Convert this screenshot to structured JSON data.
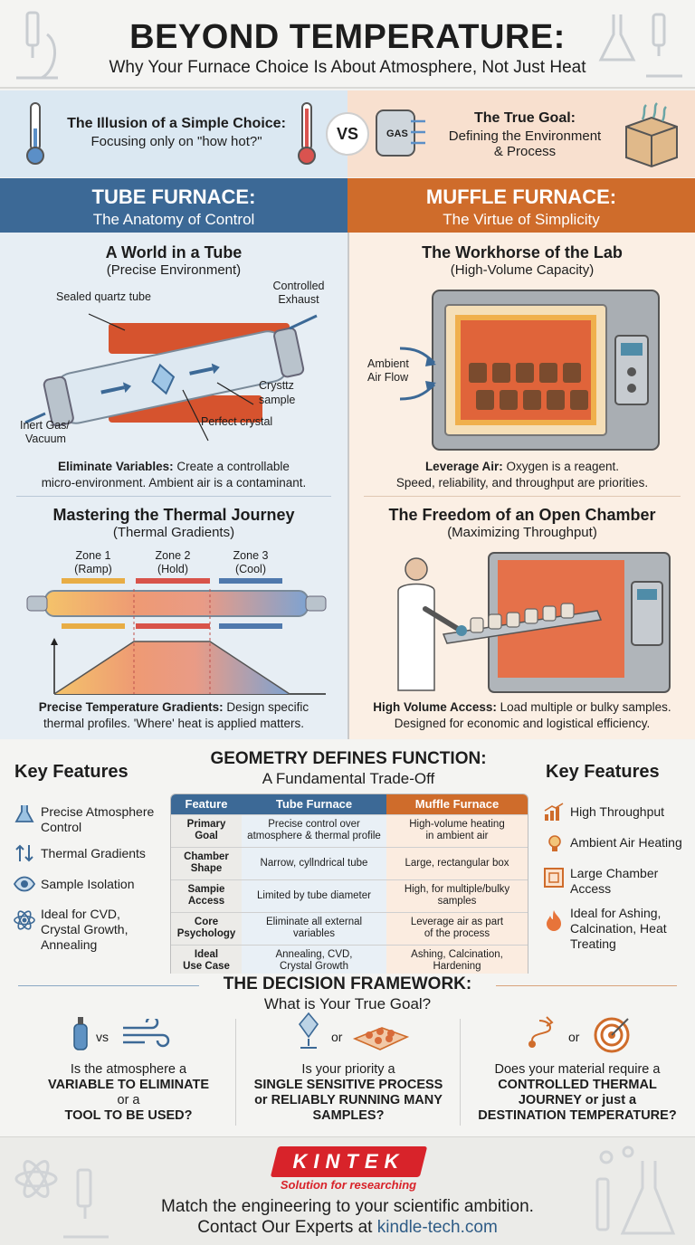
{
  "header": {
    "title": "BEYOND TEMPERATURE:",
    "subtitle": "Why Your Furnace Choice Is About Atmosphere, Not Just Heat"
  },
  "intro": {
    "left_title": "The Illusion of a Simple Choice:",
    "left_sub": "Focusing only on \"how hot?\"",
    "vs": "VS",
    "gas_label": "GAS",
    "right_title": "The True Goal:",
    "right_sub1": "Defining the Environment",
    "right_sub2": "& Process"
  },
  "tube": {
    "band_title": "TUBE FURNACE:",
    "band_sub": "The Anatomy of Control",
    "s1_title": "A World in a Tube",
    "s1_sub": "(Precise Environment)",
    "lbl_quartz": "Sealed quartz tube",
    "lbl_exhaust1": "Controlled",
    "lbl_exhaust2": "Exhaust",
    "lbl_sample1": "Crysttz",
    "lbl_sample2": "sample",
    "lbl_crystal": "Perfect crystal",
    "lbl_inert1": "Inert Gas/",
    "lbl_inert2": "Vacuum",
    "s1_cap_bold": "Eliminate Variables:",
    "s1_cap_rest": " Create a controllable",
    "s1_cap_line2": "micro-environment. Ambient air is a contaminant.",
    "s2_title": "Mastering the Thermal Journey",
    "s2_sub": "(Thermal Gradients)",
    "zone1a": "Zone 1",
    "zone1b": "(Ramp)",
    "zone2a": "Zone 2",
    "zone2b": "(Hold)",
    "zone3a": "Zone 3",
    "zone3b": "(Cool)",
    "s2_cap_bold": "Precise Temperature Gradients:",
    "s2_cap_rest": " Design specific",
    "s2_cap_line2": "thermal profiles. 'Where' heat is applied matters."
  },
  "muffle": {
    "band_title": "MUFFLE FURNACE:",
    "band_sub": "The Virtue of Simplicity",
    "s1_title": "The Workhorse of the Lab",
    "s1_sub": "(High-Volume Capacity)",
    "lbl_air1": "Ambient",
    "lbl_air2": "Air Flow",
    "s1_cap_bold": "Leverage Air:",
    "s1_cap_rest": " Oxygen is a reagent.",
    "s1_cap_line2": "Speed, reliability, and throughput are priorities.",
    "s2_title": "The Freedom of an Open Chamber",
    "s2_sub": "(Maximizing Throughput)",
    "s2_cap_bold": "High Volume Access:",
    "s2_cap_rest": " Load multiple or bulky samples.",
    "s2_cap_line2": "Designed for economic and logistical efficiency."
  },
  "geometry": {
    "title": "GEOMETRY DEFINES FUNCTION:",
    "sub": "A Fundamental Trade-Off",
    "headers": [
      "Feature",
      "Tube Furnace",
      "Muffle Furnace"
    ],
    "rows": [
      {
        "k1": "Primary",
        "k2": "Goal",
        "t1": "Precise control over",
        "t2": "atmosphere & thermal profile",
        "m1": "High-volume heating",
        "m2": "in ambient air"
      },
      {
        "k1": "Chamber",
        "k2": "Shape",
        "t1": "Narrow, cyllndrical tube",
        "t2": "",
        "m1": "Large, rectangular box",
        "m2": ""
      },
      {
        "k1": "Sampie",
        "k2": "Access",
        "t1": "Limited by tube diameter",
        "t2": "",
        "m1": "High, for multiple/bulky",
        "m2": "samples"
      },
      {
        "k1": "Core",
        "k2": "Psychology",
        "t1": "Eliminate all external",
        "t2": "variables",
        "m1": "Leverage air as part",
        "m2": "of the process"
      },
      {
        "k1": "Ideal",
        "k2": "Use Case",
        "t1": "Annealing, CVD,",
        "t2": "Crystal Growth",
        "m1": "Ashing, Calcination,",
        "m2": "Hardening"
      }
    ]
  },
  "features_left": {
    "title": "Key Features",
    "i1a": "Precise Atmosphere",
    "i1b": "Control",
    "i2": "Thermal Gradients",
    "i3": "Sample Isolation",
    "i4a": "Ideal for CVD,",
    "i4b": "Crystal Growth,",
    "i4c": "Annealing"
  },
  "features_right": {
    "title": "Key Features",
    "i1": "High Throughput",
    "i2": "Ambient Air Heating",
    "i3a": "Large Chamber",
    "i3b": "Access",
    "i4a": "Ideal for Ashing,",
    "i4b": "Calcination, Heat",
    "i4c": "Treating"
  },
  "decision": {
    "title": "THE DECISION FRAMEWORK:",
    "sub": "What is Your True Goal?",
    "vs": "vs",
    "or": "or",
    "q1a": "Is the atmosphere a",
    "q1b": "VARIABLE TO ELIMINATE",
    "q1c": "or a",
    "q1d": "TOOL TO BE USED?",
    "q2a": "Is your priority a",
    "q2b": "SINGLE SENSITIVE PROCESS",
    "q2c": "or RELIABLY RUNNING MANY",
    "q2d": "SAMPLES?",
    "q3a": "Does your material require a",
    "q3b": "CONTROLLED THERMAL",
    "q3c": "JOURNEY or just a",
    "q3d": "DESTINATION TEMPERATURE?"
  },
  "footer": {
    "logo": "KINTEK",
    "tagline": "Solution for researching",
    "line1": "Match the engineering to your scientific ambition.",
    "line2_prefix": "Contact Our Experts at ",
    "line2_link": "kindle-tech.com"
  },
  "colors": {
    "tube_blue": "#3c6996",
    "muffle_orange": "#cf6c2b",
    "brand_red": "#d8232a"
  }
}
